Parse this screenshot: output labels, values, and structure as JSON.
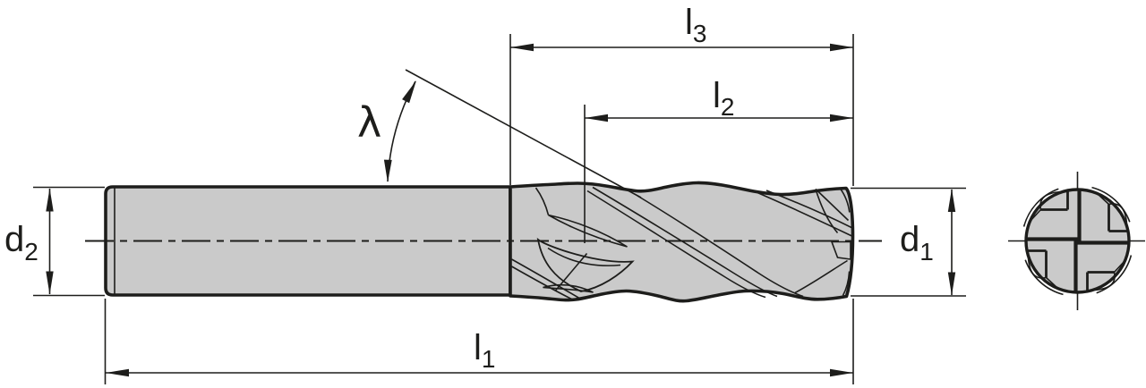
{
  "drawing": {
    "title": "end-mill-dimension-drawing",
    "views": {
      "side_view": "cutter-side-profile",
      "end_view": "cutter-end-face"
    },
    "labels": {
      "l1": {
        "base": "l",
        "sub": "1"
      },
      "l2": {
        "base": "l",
        "sub": "2"
      },
      "l3": {
        "base": "l",
        "sub": "3"
      },
      "d1": {
        "base": "d",
        "sub": "1"
      },
      "d2": {
        "base": "d",
        "sub": "2"
      },
      "helix_angle": {
        "base": "λ"
      }
    },
    "colors": {
      "line": "#1d1d1b",
      "fill": "#cacaca",
      "background": "#ffffff"
    }
  }
}
